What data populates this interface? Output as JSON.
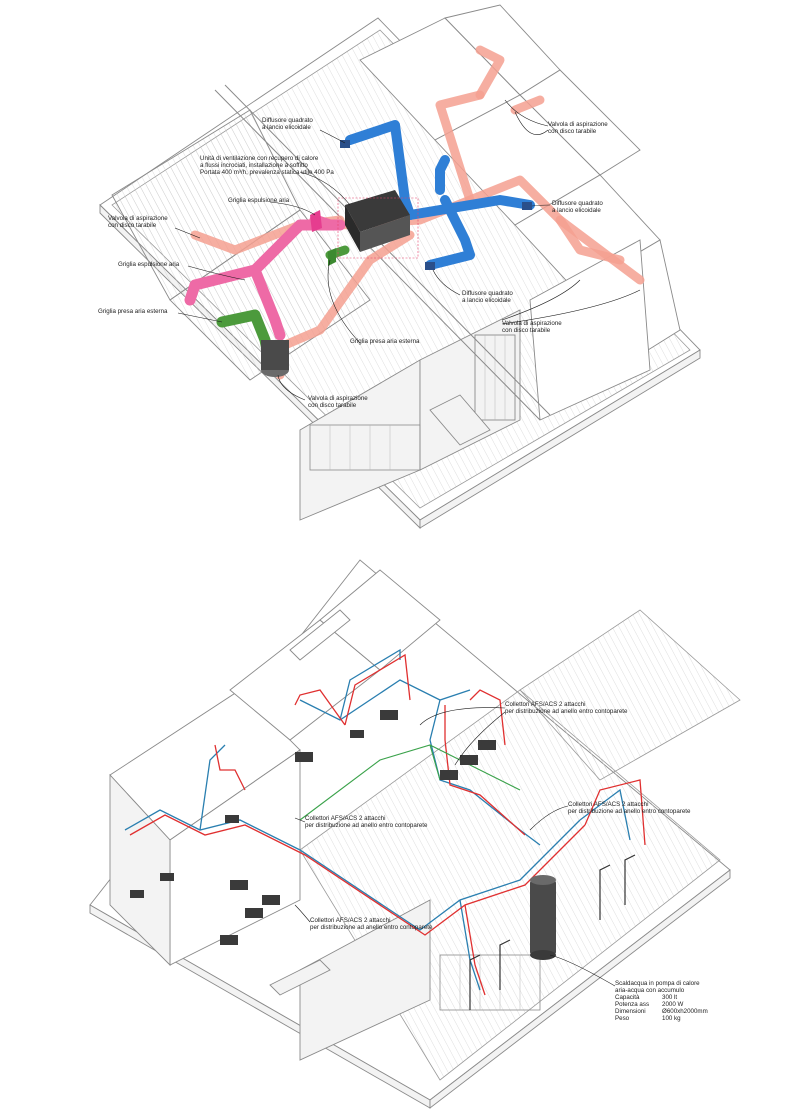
{
  "colors": {
    "supply_duct": "#2f7fd6",
    "extract_duct": "#f4a090",
    "exhaust_duct": "#ee6aa6",
    "intake_duct": "#4c9a3c",
    "hot_water": "#e03030",
    "cold_water": "#2a7fb0",
    "dhw_recirc": "#3aa24a"
  },
  "ventilation": {
    "labels": {
      "diff_top": [
        "Diffusore quadrato",
        "a lancio elicoidale"
      ],
      "valve_top_right": [
        "Valvola di aspirazione",
        "con disco tarabile"
      ],
      "unit": [
        "Unità di ventilazione con recupero di calore",
        "a flussi incrociati, installazione a soffitto",
        "Portata 400 m³/h, prevalenza statica utile 400 Pa"
      ],
      "exhaust_grille_1": [
        "Griglia espulsione aria"
      ],
      "diff_right": [
        "Diffusore quadrato",
        "a lancio elicoidale"
      ],
      "valve_left": [
        "Valvola di aspirazione",
        "con disco tarabile"
      ],
      "exhaust_grille_2": [
        "Griglia espulsione aria"
      ],
      "intake_grille_ext_1": [
        "Griglia presa aria esterna"
      ],
      "diff_center": [
        "Diffusore quadrato",
        "a lancio elicoidale"
      ],
      "intake_grille_ext_2": [
        "Griglia presa aria esterna"
      ],
      "valve_right": [
        "Valvola di aspirazione",
        "con disco tarabile"
      ],
      "valve_bottom": [
        "Valvola di aspirazione",
        "con disco tarabile"
      ]
    }
  },
  "plumbing": {
    "labels": {
      "manifold_top": [
        "Collettori AFS/ACS 2 attacchi",
        "per distribuzione ad anello entro contoparete"
      ],
      "manifold_mid": [
        "Collettori AFS/ACS 2 attacchi",
        "per distribuzione ad anello entro contoparete"
      ],
      "manifold_right": [
        "Collettori AFS/ACS 2 attacchi",
        "per distribuzione ad anello entro contoparete"
      ],
      "manifold_bottom": [
        "Collettori AFS/ACS 2 attacchi",
        "per distribuzione ad anello entro contoparete"
      ],
      "heater_title": [
        "Scaldacqua in pompa di calore",
        "aria-acqua con accumulo"
      ]
    },
    "heater_specs": [
      {
        "key": "Capacità",
        "value": "300 lt"
      },
      {
        "key": "Potenza ass",
        "value": "2000 W"
      },
      {
        "key": "Dimensioni",
        "value": "Ø600xh2000mm"
      },
      {
        "key": "Peso",
        "value": "100 kg"
      }
    ]
  }
}
